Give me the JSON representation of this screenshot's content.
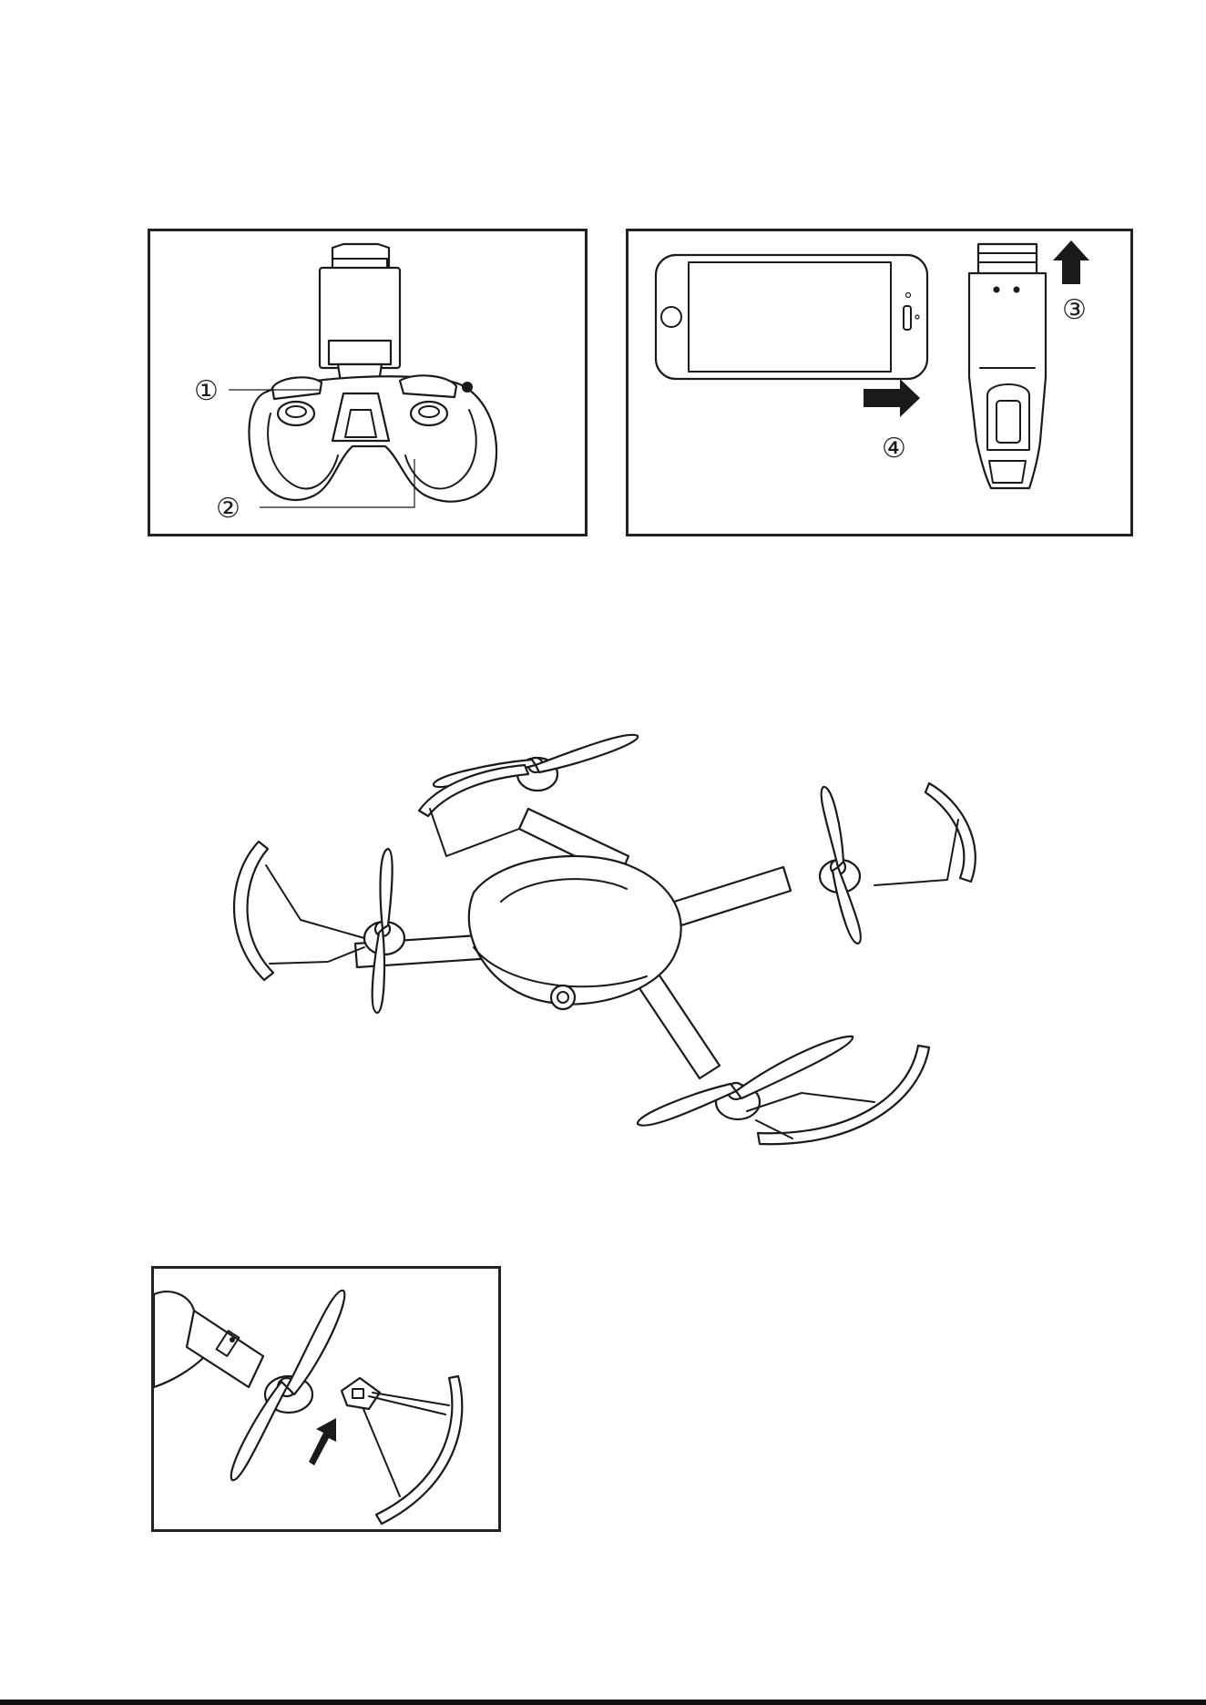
{
  "figure_controller": {
    "callouts": [
      "①",
      "②"
    ]
  },
  "figure_phone_clip": {
    "callouts": [
      "③",
      "④"
    ]
  },
  "figure_drone": {},
  "figure_guard_install": {}
}
